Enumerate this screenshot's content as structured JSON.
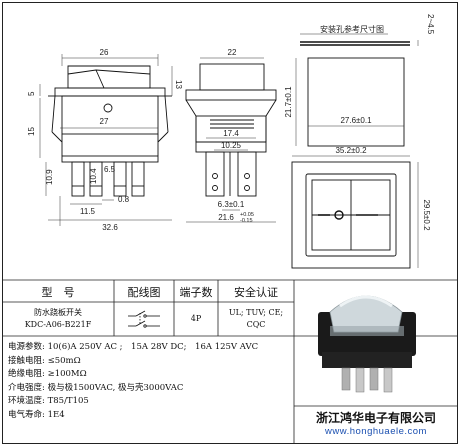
{
  "drawing": {
    "front_dims": {
      "top_width": "26",
      "overall_width": "32.6",
      "height_right": "13",
      "pin_gap": "27",
      "left_5": "5",
      "left_15": "15",
      "pin_10_9": "10.9",
      "pin_10_4": "10.4",
      "pin_6_5": "6.5",
      "pin_0_8": "0.8",
      "pin_11_5": "11.5"
    },
    "side_dims": {
      "top_width": "22",
      "d_17_4": "17.4",
      "d_10_25": "10.25",
      "d_6_3": "6.3±0.1",
      "d_21_6": "21.6",
      "d_21_6_tol": "+0.05",
      "d_21_6_tol2": "-0.15"
    },
    "mount": {
      "title": "安装孔参考尺寸图",
      "thick": "2~4.5",
      "height": "21.7±0.1",
      "width": "27.6±0.1"
    },
    "top_view": {
      "width": "35.2±0.2",
      "height": "29.5±0.2"
    }
  },
  "table": {
    "headers": [
      "型　号",
      "配线图",
      "端子数",
      "安全认证"
    ],
    "model_line1": "防水跷板开关",
    "model_line2": "KDC-A06-B221F",
    "terminals": "4P",
    "cert_line1": "UL; TUV; CE;",
    "cert_line2": "CQC"
  },
  "specs": [
    {
      "label": "电源参数:",
      "value": "10(6)A 250V AC ;　15A 28V DC;　16A 125V AVC"
    },
    {
      "label": "接触电阻:",
      "value": "≤50mΩ"
    },
    {
      "label": "绝缘电阻:",
      "value": "≥100MΩ"
    },
    {
      "label": "介电强度:",
      "value": "极与极1500VAC, 极与壳3000VAC"
    },
    {
      "label": "环境温度:",
      "value": "T85/T105"
    },
    {
      "label": "电气寿命:",
      "value": "1E4"
    }
  ],
  "company": "浙江鸿华电子有限公司",
  "website": "www.honghuaele.com"
}
